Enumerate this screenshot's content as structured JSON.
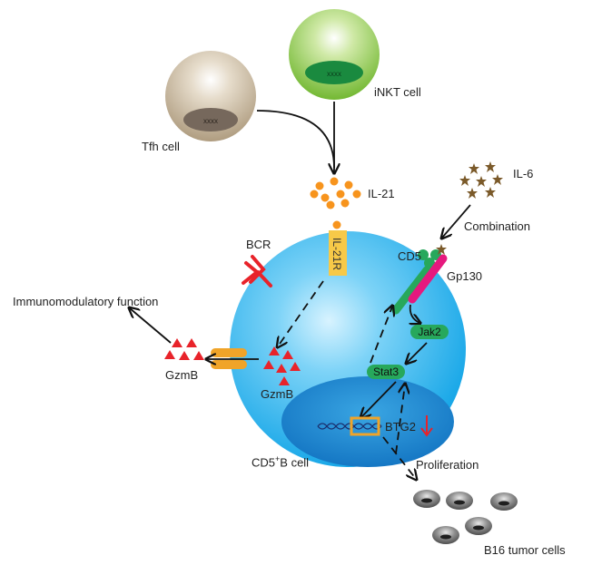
{
  "labels": {
    "inkt_cell": "iNKT cell",
    "tfh_cell": "Tfh cell",
    "il21": "IL-21",
    "il6": "IL-6",
    "combination": "Combination",
    "bcr": "BCR",
    "il21r": "IL-21R",
    "cd5": "CD5",
    "gp130": "Gp130",
    "immunomodulatory": "Immunomodulatory function",
    "gzmb_out": "GzmB",
    "gzmb_in": "GzmB",
    "jak2": "Jak2",
    "stat3": "Stat3",
    "btg2": "BTG2",
    "cd5_b_cell_prefix": "CD5",
    "cd5_b_cell_sup": "+",
    "cd5_b_cell_suffix": "B cell",
    "proliferation": "Proliferation",
    "b16": "B16 tumor cells",
    "dna_glyph": "xxxx"
  },
  "colors": {
    "b_cell": "#29b6ef",
    "nucleus": "#1e8fd0",
    "inkt": "#8cc63e",
    "tfh": "#c5b49a",
    "il21_dots": "#f7941d",
    "receptor": "#f7c948",
    "gzmb": "#e8232a",
    "pathway_green": "#27a85c",
    "gp130_pink": "#e6197e",
    "il6_star": "#7b5a2a",
    "tumor": "#6d6d6d",
    "down_arrow": "#e8232a"
  }
}
